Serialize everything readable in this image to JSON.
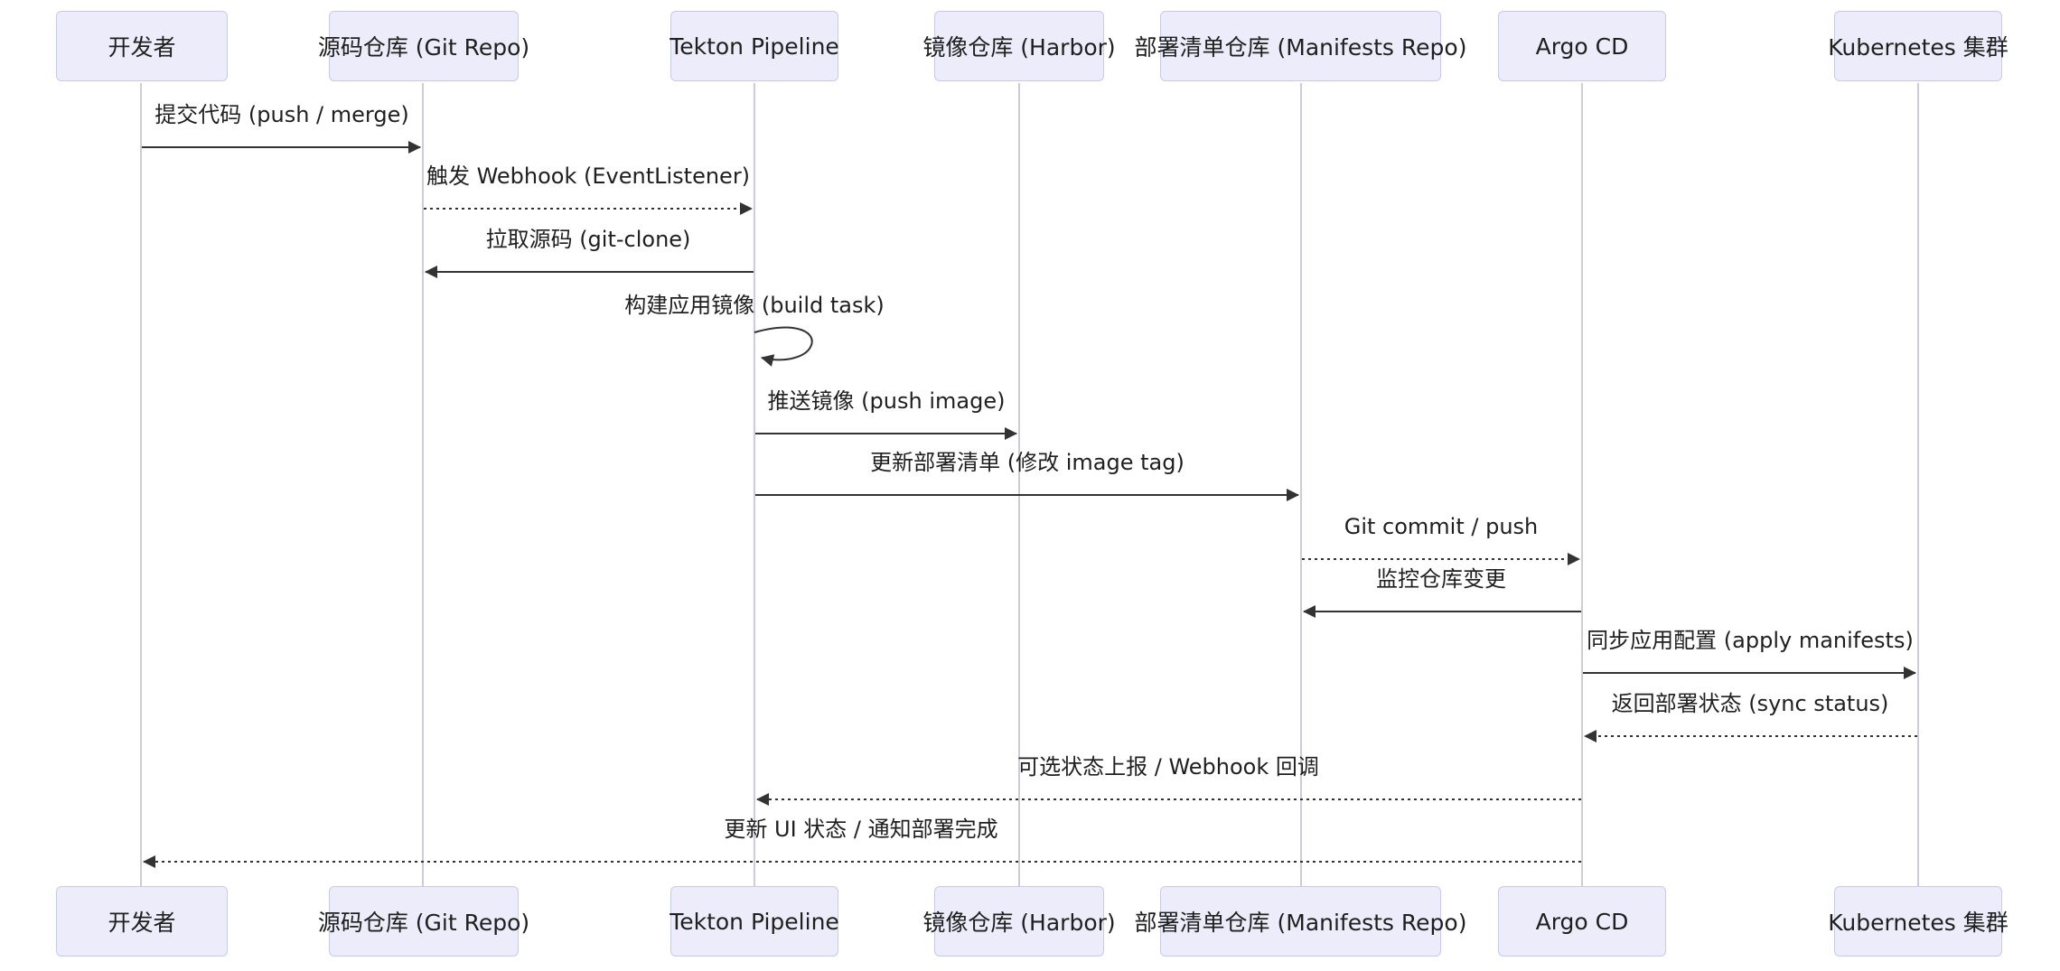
{
  "diagram": {
    "kind": "sequence-diagram",
    "actors": [
      {
        "id": "developer",
        "label": "开发者"
      },
      {
        "id": "git-repo",
        "label": "源码仓库 (Git Repo)"
      },
      {
        "id": "tekton",
        "label": "Tekton Pipeline"
      },
      {
        "id": "harbor",
        "label": "镜像仓库 (Harbor)"
      },
      {
        "id": "manifests",
        "label": "部署清单仓库 (Manifests Repo)"
      },
      {
        "id": "argocd",
        "label": "Argo CD"
      },
      {
        "id": "kubernetes",
        "label": "Kubernetes 集群"
      }
    ],
    "messages": [
      {
        "from": "开发者",
        "to": "源码仓库 (Git Repo)",
        "label": "提交代码 (push / merge)",
        "line": "solid"
      },
      {
        "from": "源码仓库 (Git Repo)",
        "to": "Tekton Pipeline",
        "label": "触发 Webhook (EventListener)",
        "line": "dashed"
      },
      {
        "from": "Tekton Pipeline",
        "to": "源码仓库 (Git Repo)",
        "label": "拉取源码 (git-clone)",
        "line": "solid"
      },
      {
        "from": "Tekton Pipeline",
        "to": "Tekton Pipeline",
        "label": "构建应用镜像 (build task)",
        "line": "solid",
        "self": true
      },
      {
        "from": "Tekton Pipeline",
        "to": "镜像仓库 (Harbor)",
        "label": "推送镜像 (push image)",
        "line": "solid"
      },
      {
        "from": "Tekton Pipeline",
        "to": "部署清单仓库 (Manifests Repo)",
        "label": "更新部署清单 (修改 image tag)",
        "line": "solid"
      },
      {
        "from": "部署清单仓库 (Manifests Repo)",
        "to": "Argo CD",
        "label": "Git commit / push",
        "line": "dashed"
      },
      {
        "from": "Argo CD",
        "to": "部署清单仓库 (Manifests Repo)",
        "label": "监控仓库变更",
        "line": "solid"
      },
      {
        "from": "Argo CD",
        "to": "Kubernetes 集群",
        "label": "同步应用配置 (apply manifests)",
        "line": "solid"
      },
      {
        "from": "Kubernetes 集群",
        "to": "Argo CD",
        "label": "返回部署状态 (sync status)",
        "line": "dashed"
      },
      {
        "from": "Argo CD",
        "to": "Tekton Pipeline",
        "label": "可选状态上报 / Webhook 回调",
        "line": "dashed"
      },
      {
        "from": "Argo CD",
        "to": "开发者",
        "label": "更新 UI 状态 / 通知部署完成",
        "line": "dashed"
      }
    ],
    "colors": {
      "background": "#ffffff",
      "actor_fill": "#ececfb",
      "actor_border": "#c9c9e8",
      "lifeline": "#ccccdf",
      "arrow": "#333333",
      "text": "#1f1f1f"
    }
  }
}
